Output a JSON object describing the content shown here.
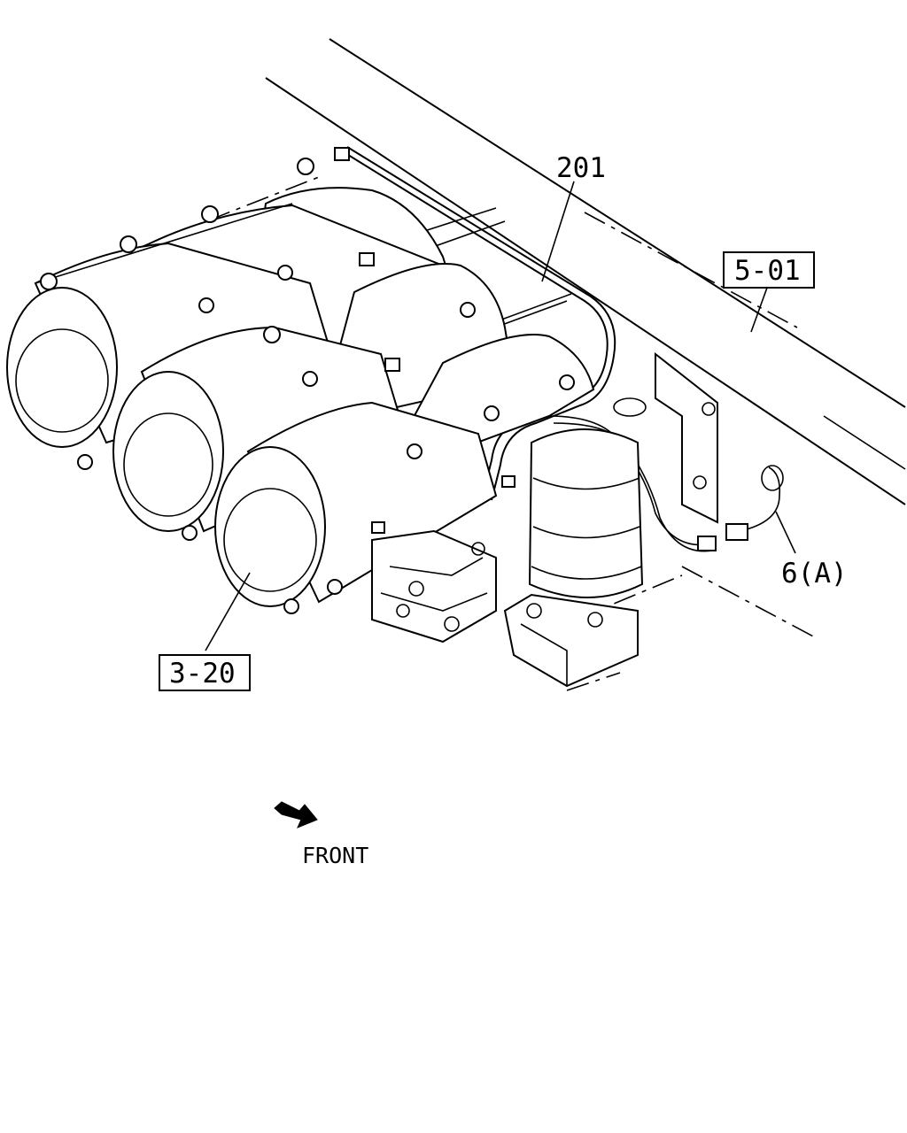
{
  "callouts": {
    "air_line": "201",
    "frame_ref": "5-01",
    "tank_ref": "3-20",
    "harness": "6(A)"
  },
  "front_label": "FRONT"
}
